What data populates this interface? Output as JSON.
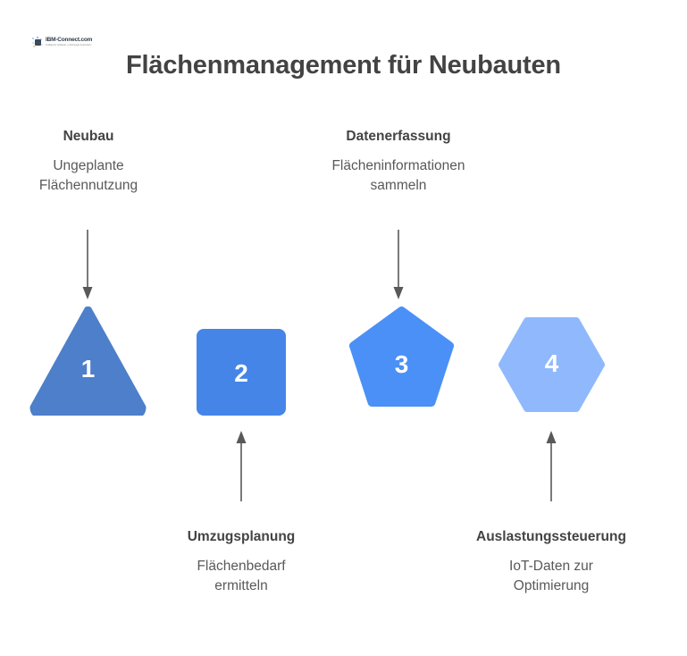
{
  "page": {
    "background": "#ffffff",
    "title": "Flächenmanagement für Neubauten",
    "title_color": "#434343"
  },
  "logo": {
    "name": "IBM-Connect",
    "suffix": ".com",
    "tagline": "Intelligente Gebäude- und Energie-Automation"
  },
  "colors": {
    "shape_1": "#4d7fca",
    "shape_2": "#4585e8",
    "shape_3": "#4a90f7",
    "shape_4": "#8fb9fc",
    "arrow": "#595959",
    "heading": "#434343",
    "body": "#595959",
    "number": "#ffffff"
  },
  "steps": [
    {
      "number": "1",
      "shape": "triangle",
      "color": "#4d7fca",
      "heading": "Neubau",
      "body": "Ungeplante\nFlächennutzung",
      "label_position": "top",
      "arrow_direction": "down"
    },
    {
      "number": "2",
      "shape": "square",
      "color": "#4585e8",
      "heading": "Umzugsplanung",
      "body": "Flächenbedarf\nermitteln",
      "label_position": "bottom",
      "arrow_direction": "up"
    },
    {
      "number": "3",
      "shape": "pentagon",
      "color": "#4a90f7",
      "heading": "Datenerfassung",
      "body": "Flächeninformationen\nsammeln",
      "label_position": "top",
      "arrow_direction": "down"
    },
    {
      "number": "4",
      "shape": "hexagon",
      "color": "#8fb9fc",
      "heading": "Auslastungssteuerung",
      "body": "IoT-Daten zur\nOptimierung",
      "label_position": "bottom",
      "arrow_direction": "up"
    }
  ]
}
